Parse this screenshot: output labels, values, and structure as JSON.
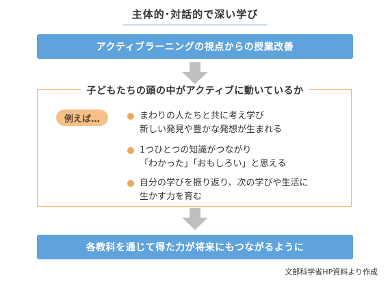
{
  "title": "主体的･対話的で深い学び",
  "top_box": "アクティブラーニングの視点からの授業改善",
  "frame_title": "子どもたちの頭の中がアクティブに動いているか",
  "example_label": "例えば…",
  "items": [
    {
      "line1": "まわりの人たちと共に考え学び",
      "line2": "新しい発見や豊かな発想が生まれる"
    },
    {
      "line1": "1つひとつの知識がつながり",
      "line2": "「わかった」「おもしろい」と思える"
    },
    {
      "line1": "自分の学びを振り返り、次の学びや生活に",
      "line2": "生かす力を育む"
    }
  ],
  "bottom_box": "各教科を通じて得た力が将来にもつながるように",
  "source": "文部科学省HP資料より作成",
  "colors": {
    "box_blue": "#5fa3dc",
    "arrow_gray": "#bfbfbf",
    "frame_orange": "#f0b46a",
    "pill_orange": "#f6c089",
    "bullet_orange": "#eda85a"
  }
}
